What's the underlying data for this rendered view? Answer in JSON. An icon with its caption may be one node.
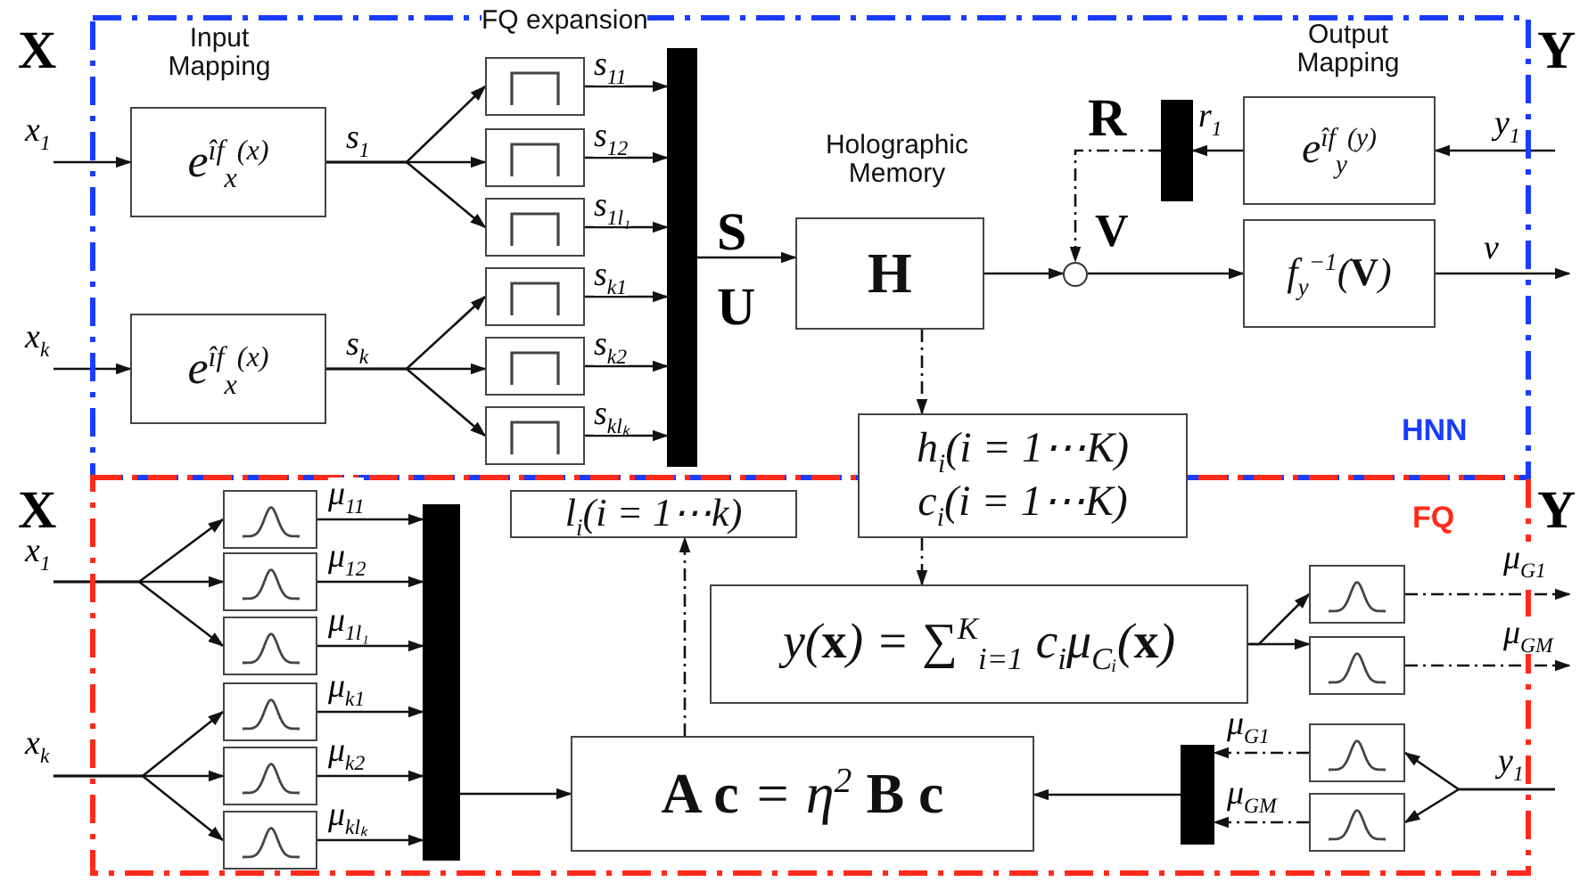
{
  "diagram": {
    "nodes": [
      {
        "text": [
          "HNN"
        ]
      },
      {
        "text": [
          "FQ"
        ]
      },
      {
        "text": [
          "e$^{îf}$$_{x}$$^{(x)}$"
        ],
        "in": 0,
        "beside": [
          "Input Mapping"
        ]
      },
      {
        "text": [
          "e$^{îf}$$_{x}$$^{(x)}$"
        ],
        "in": 0
      },
      {
        "text": [],
        "shape": "box",
        "in": 0
      },
      {
        "text": [],
        "shape": "box",
        "in": 0
      },
      {
        "text": [],
        "shape": "box",
        "in": 0
      },
      {
        "text": [],
        "shape": "box",
        "in": 0
      },
      {
        "text": [],
        "shape": "box",
        "in": 0
      },
      {
        "text": [],
        "shape": "box",
        "in": 0
      },
      {
        "text": [],
        "shape": "bar",
        "in": 0
      },
      {
        "text": [
          "H"
        ],
        "in": 0,
        "beside": [
          "Holographic Memory"
        ]
      },
      {
        "text": [],
        "shape": "circle",
        "in": 0
      },
      {
        "text": [
          "e$^{îf}$$_{y}$$^{(y)}$"
        ],
        "in": 0,
        "beside": [
          "Output Mapping"
        ]
      },
      {
        "text": [],
        "shape": "bar",
        "in": 0
      },
      {
        "text": [
          "f$_{y}$$^{−1}$(**V**)"
        ],
        "in": 0
      },
      {
        "text": [
          "h$_{i}$(i = 1⋯K)",
          "c$_{i}$(i = 1⋯K)"
        ]
      },
      {
        "text": [],
        "shape": "box",
        "in": 1
      },
      {
        "text": [],
        "shape": "box",
        "in": 1
      },
      {
        "text": [],
        "shape": "box",
        "in": 1
      },
      {
        "text": [],
        "shape": "box",
        "in": 1
      },
      {
        "text": [],
        "shape": "box",
        "in": 1
      },
      {
        "text": [],
        "shape": "box",
        "in": 1
      },
      {
        "text": [],
        "shape": "bar",
        "in": 1
      },
      {
        "text": [
          "l$_{i}$(i = 1⋯k)"
        ],
        "in": 1
      },
      {
        "text": [
          "y(**x**) = ∑$^{K}$$_{i=1}$ c$_{i}$μ$_{Cᵢ}$(**x**)"
        ],
        "in": 1
      },
      {
        "text": [
          "**A c** = η$^{2}$ **B c**"
        ],
        "in": 1
      },
      {
        "text": [],
        "shape": "box",
        "in": 1
      },
      {
        "text": [],
        "shape": "box",
        "in": 1
      },
      {
        "text": [],
        "shape": "box",
        "in": 1
      },
      {
        "text": [],
        "shape": "box",
        "in": 1
      },
      {
        "text": [],
        "shape": "bar",
        "in": 1
      }
    ],
    "edges": [
      {
        "from": null,
        "to": 2,
        "arrow": "to",
        "label": "x$_{1}$"
      },
      {
        "from": null,
        "to": 3,
        "arrow": "to",
        "label": "x$_{k}$"
      },
      {
        "from": 2,
        "to": 4,
        "arrow": "to"
      },
      {
        "from": 2,
        "to": 5,
        "arrow": "to",
        "label": "s$_{1}$"
      },
      {
        "from": 2,
        "to": 6,
        "arrow": "to"
      },
      {
        "from": 3,
        "to": 7,
        "arrow": "to"
      },
      {
        "from": 3,
        "to": 8,
        "arrow": "to",
        "label": "s$_{k}$"
      },
      {
        "from": 3,
        "to": 9,
        "arrow": "to"
      },
      {
        "from": 4,
        "to": 10,
        "arrow": "to",
        "label": "s$_{11}$"
      },
      {
        "from": 5,
        "to": 10,
        "arrow": "to",
        "label": "s$_{12}$"
      },
      {
        "from": 6,
        "to": 10,
        "arrow": "to",
        "label": "s$_{1l₁}$"
      },
      {
        "from": 7,
        "to": 10,
        "arrow": "to",
        "label": "s$_{k1}$"
      },
      {
        "from": 8,
        "to": 10,
        "arrow": "to",
        "label": "s$_{k2}$"
      },
      {
        "from": 9,
        "to": 10,
        "arrow": "to",
        "label": "s$_{klₖ}$"
      },
      {
        "from": 10,
        "to": 11,
        "arrow": "to"
      },
      {
        "from": 11,
        "to": 12,
        "arrow": "to"
      },
      {
        "from": null,
        "to": 13,
        "arrow": "to",
        "label": "y$_{1}$"
      },
      {
        "from": 13,
        "to": 14,
        "arrow": "to",
        "label": "r$_{1}$"
      },
      {
        "from": 14,
        "to": 12,
        "arrow": "to",
        "style": "dashed"
      },
      {
        "from": 12,
        "to": 15,
        "arrow": "to",
        "label": "V"
      },
      {
        "from": 15,
        "to": null,
        "arrow": "to",
        "label": "v"
      },
      {
        "from": 11,
        "to": 16,
        "arrow": "to",
        "style": "dashed"
      },
      {
        "from": null,
        "to": 17,
        "arrow": "to",
        "label": "x$_{1}$"
      },
      {
        "from": null,
        "to": 18,
        "arrow": "to"
      },
      {
        "from": null,
        "to": 19,
        "arrow": "to"
      },
      {
        "from": null,
        "to": 20,
        "arrow": "to",
        "label": "x$_{k}$"
      },
      {
        "from": null,
        "to": 21,
        "arrow": "to"
      },
      {
        "from": null,
        "to": 22,
        "arrow": "to"
      },
      {
        "from": 17,
        "to": 23,
        "arrow": "to",
        "label": "μ$_{11}$"
      },
      {
        "from": 18,
        "to": 23,
        "arrow": "to",
        "label": "μ$_{12}$"
      },
      {
        "from": 19,
        "to": 23,
        "arrow": "to",
        "label": "μ$_{1l₁}$"
      },
      {
        "from": 20,
        "to": 23,
        "arrow": "to",
        "label": "μ$_{k1}$"
      },
      {
        "from": 21,
        "to": 23,
        "arrow": "to",
        "label": "μ$_{k2}$"
      },
      {
        "from": 22,
        "to": 23,
        "arrow": "to",
        "label": "μ$_{klₖ}$"
      },
      {
        "from": 23,
        "to": 26,
        "arrow": "to"
      },
      {
        "from": 26,
        "to": 24,
        "arrow": "to",
        "style": "dashed"
      },
      {
        "from": 16,
        "to": 25,
        "arrow": "to",
        "style": "dashed"
      },
      {
        "from": 25,
        "to": 27,
        "arrow": "to"
      },
      {
        "from": 25,
        "to": 28,
        "arrow": "to"
      },
      {
        "from": 27,
        "to": null,
        "arrow": "to",
        "style": "dashed",
        "label": "μ$_{G1}$"
      },
      {
        "from": 28,
        "to": null,
        "arrow": "to",
        "style": "dashed",
        "label": "μ$_{GM}$"
      },
      {
        "from": 29,
        "to": 31,
        "arrow": "to",
        "style": "dashed",
        "label": "μ$_{G1}$"
      },
      {
        "from": 30,
        "to": 31,
        "arrow": "to",
        "style": "dashed",
        "label": "μ$_{GM}$"
      },
      {
        "from": 31,
        "to": 26,
        "arrow": "to"
      },
      {
        "from": null,
        "to": 29,
        "arrow": "to",
        "label": "y$_{1}$"
      },
      {
        "from": null,
        "to": 30,
        "arrow": "to"
      }
    ],
    "labels": [
      "X",
      "Y",
      "X",
      "Y",
      "FQ expansion",
      "S",
      "U",
      "R"
    ]
  }
}
